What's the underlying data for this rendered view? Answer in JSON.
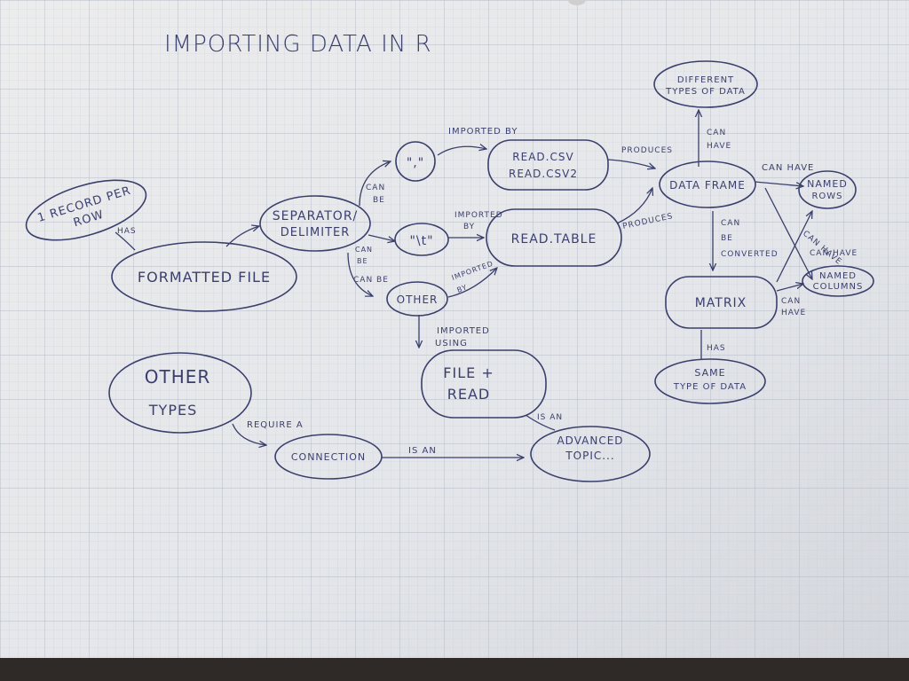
{
  "title": "IMPORTING DATA IN R",
  "nodes": {
    "record": [
      "1 RECORD PER",
      "ROW"
    ],
    "formatted_file": "FORMATTED FILE",
    "separator": [
      "SEPARATOR/",
      "DELIMITER"
    ],
    "comma": "\",\"",
    "tab": "\"\\t\"",
    "other_sep": "OTHER",
    "read_csv": [
      "READ.CSV",
      "READ.CSV2"
    ],
    "read_table": "READ.TABLE",
    "data_frame": "DATA FRAME",
    "diff_types": [
      "DIFFERENT",
      "TYPES OF DATA"
    ],
    "named_rows": [
      "NAMED",
      "ROWS"
    ],
    "named_columns": [
      "NAMED",
      "COLUMNS"
    ],
    "matrix": "MATRIX",
    "same_type": [
      "SAME",
      "TYPE OF DATA"
    ],
    "file_read": [
      "FILE +",
      "READ"
    ],
    "other_types": [
      "OTHER",
      "TYPES"
    ],
    "connection": "CONNECTION",
    "advanced": [
      "ADVANCED",
      "TOPIC..."
    ]
  },
  "edges": {
    "has_record": "HAS",
    "can_be_comma": [
      "CAN",
      "BE"
    ],
    "can_be_tab": [
      "CAN",
      "BE"
    ],
    "can_be_other": "CAN BE",
    "imported_by_csv": "IMPORTED BY",
    "imported_by_table": [
      "IMPORTED",
      "BY"
    ],
    "imported_by_other": [
      "IMPORTED",
      "BY"
    ],
    "produces_csv": "PRODUCES",
    "produces_table": "PRODUCES",
    "df_can_have_types": [
      "CAN",
      "HAVE"
    ],
    "df_can_have_rows": "CAN HAVE",
    "df_converted": [
      "CAN",
      "BE",
      "CONVERTED"
    ],
    "df_can_have_cols": "CAN HAVE",
    "matrix_can_have_rows": "CAN HAVE",
    "matrix_can_have_cols": [
      "CAN",
      "HAVE"
    ],
    "matrix_has": "HAS",
    "imported_using": [
      "IMPORTED",
      "USING"
    ],
    "require_a": "REQUIRE A",
    "is_an_connection": "IS AN",
    "is_an_file": "IS AN"
  },
  "colors": {
    "paper": "#f1f1f1",
    "grid": "#bfc6d0",
    "ink": "#3a3f6b"
  }
}
